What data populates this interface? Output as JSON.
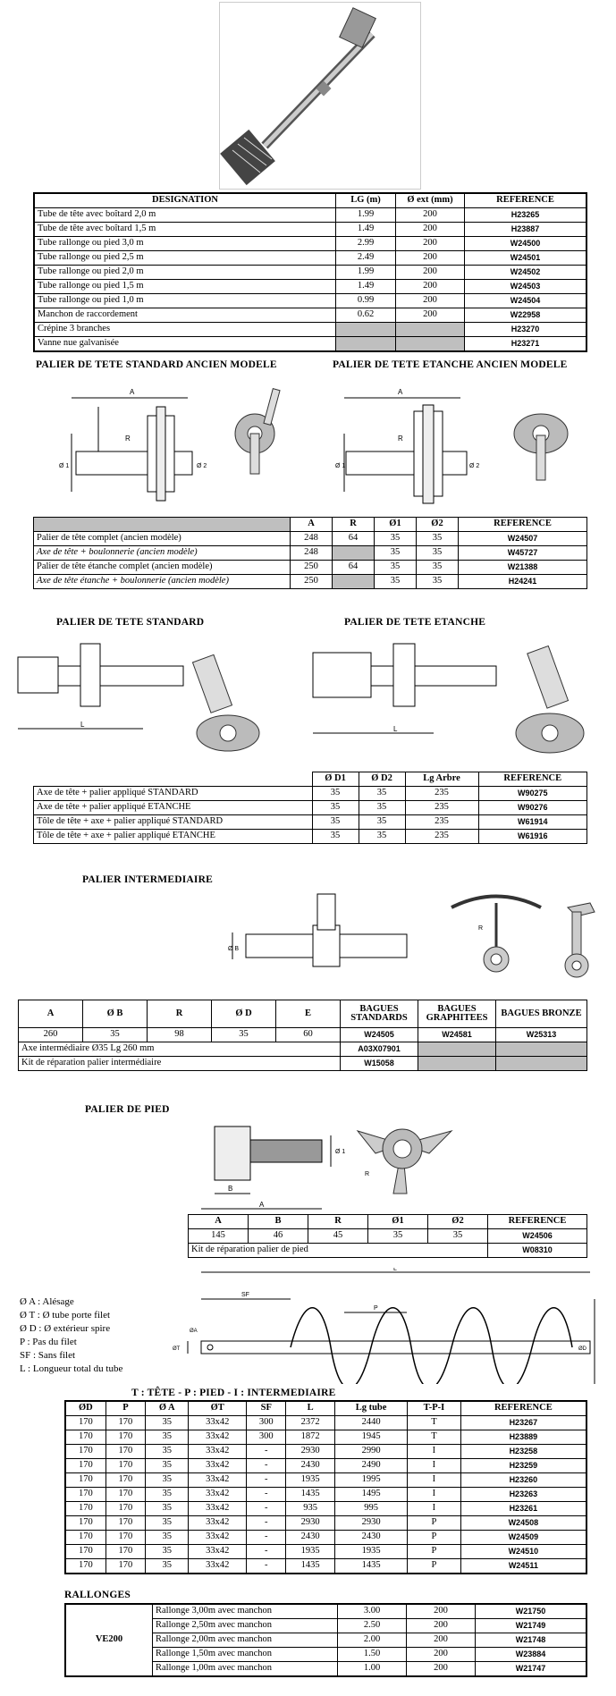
{
  "tubes_table": {
    "headers": [
      "DESIGNATION",
      "LG (m)",
      "Ø ext (mm)",
      "REFERENCE"
    ],
    "rows": [
      {
        "designation": "Tube de tête avec boîtard 2,0 m",
        "lg": "1.99",
        "ext": "200",
        "ref": "H23265"
      },
      {
        "designation": "Tube de tête avec boîtard 1,5 m",
        "lg": "1.49",
        "ext": "200",
        "ref": "H23887"
      },
      {
        "designation": "Tube rallonge ou pied 3,0 m",
        "lg": "2.99",
        "ext": "200",
        "ref": "W24500"
      },
      {
        "designation": "Tube rallonge ou pied 2,5 m",
        "lg": "2.49",
        "ext": "200",
        "ref": "W24501"
      },
      {
        "designation": "Tube rallonge ou pied 2,0 m",
        "lg": "1.99",
        "ext": "200",
        "ref": "W24502"
      },
      {
        "designation": "Tube rallonge ou pied 1,5 m",
        "lg": "1.49",
        "ext": "200",
        "ref": "W24503"
      },
      {
        "designation": "Tube rallonge ou pied 1,0 m",
        "lg": "0.99",
        "ext": "200",
        "ref": "W24504"
      },
      {
        "designation": "Manchon de raccordement",
        "lg": "0.62",
        "ext": "200",
        "ref": "W22958"
      },
      {
        "designation": "Crépine 3 branches",
        "lg": "",
        "ext": "",
        "ref": "H23270"
      },
      {
        "designation": "Vanne nue galvanisée",
        "lg": "",
        "ext": "",
        "ref": "H23271"
      }
    ]
  },
  "palier_ancien": {
    "title_left": "PALIER DE TETE STANDARD ANCIEN MODELE",
    "title_right": "PALIER DE TETE ETANCHE ANCIEN MODELE",
    "dim_labels": {
      "a": "A",
      "r": "R",
      "d1": "Ø 1",
      "d2": "Ø 2"
    },
    "headers": [
      "",
      "A",
      "R",
      "Ø1",
      "Ø2",
      "REFERENCE"
    ],
    "rows": [
      {
        "designation": "Palier de tête complet (ancien modèle)",
        "a": "248",
        "r": "64",
        "d1": "35",
        "d2": "35",
        "ref": "W24507"
      },
      {
        "designation": "Axe de tête + boulonnerie (ancien modèle)",
        "a": "248",
        "r": "",
        "d1": "35",
        "d2": "35",
        "ref": "W45727"
      },
      {
        "designation": "Palier de tête étanche complet (ancien modèle)",
        "a": "250",
        "r": "64",
        "d1": "35",
        "d2": "35",
        "ref": "W21388"
      },
      {
        "designation": "Axe de tête étanche + boulonnerie (ancien modèle)",
        "a": "250",
        "r": "",
        "d1": "35",
        "d2": "35",
        "ref": "H24241"
      }
    ]
  },
  "palier_tete": {
    "title_left": "PALIER DE TETE STANDARD",
    "title_right": "PALIER DE TETE ETANCHE",
    "dim_labels": {
      "l": "L"
    },
    "headers": [
      "",
      "Ø D1",
      "Ø D2",
      "Lg Arbre",
      "REFERENCE"
    ],
    "rows": [
      {
        "designation": "Axe de tête + palier appliqué STANDARD",
        "d1": "35",
        "d2": "35",
        "lg": "235",
        "ref": "W90275"
      },
      {
        "designation": "Axe de tête + palier appliqué ETANCHE",
        "d1": "35",
        "d2": "35",
        "lg": "235",
        "ref": "W90276"
      },
      {
        "designation": "Tôle de tête + axe + palier appliqué STANDARD",
        "d1": "35",
        "d2": "35",
        "lg": "235",
        "ref": "W61914"
      },
      {
        "designation": "Tôle de tête + axe + palier appliqué ETANCHE",
        "d1": "35",
        "d2": "35",
        "lg": "235",
        "ref": "W61916"
      }
    ]
  },
  "palier_inter": {
    "title": "PALIER INTERMEDIAIRE",
    "dim_labels": {
      "b": "Ø B",
      "r": "R"
    },
    "headers": [
      "A",
      "Ø B",
      "R",
      "Ø D",
      "E",
      "BAGUES STANDARDS",
      "BAGUES GRAPHITEES",
      "BAGUES BRONZE"
    ],
    "row": {
      "a": "260",
      "b": "35",
      "r": "98",
      "d": "35",
      "e": "60",
      "std": "W24505",
      "graph": "W24581",
      "bronze": "W25313"
    },
    "extra": [
      {
        "designation": "Axe intermédiaire Ø35 Lg 260 mm",
        "ref": "A03X07901"
      },
      {
        "designation": "Kit de réparation palier intermédiaire",
        "ref": "W15058"
      }
    ]
  },
  "palier_pied": {
    "title": "PALIER DE PIED",
    "dim_labels": {
      "a": "A",
      "b": "B",
      "d1": "Ø 1",
      "r": "R"
    },
    "headers": [
      "A",
      "B",
      "R",
      "Ø1",
      "Ø2",
      "REFERENCE"
    ],
    "row": {
      "a": "145",
      "b": "46",
      "r": "45",
      "d1": "35",
      "d2": "35",
      "ref": "W24506"
    },
    "extra": {
      "designation": "Kit de réparation palier de pied",
      "ref": "W08310"
    }
  },
  "legend": {
    "items": [
      "Ø A : Alésage",
      "Ø T : Ø tube porte filet",
      "Ø D : Ø extérieur spire",
      "P : Pas du filet",
      "SF : Sans filet",
      "L : Longueur total du tube"
    ],
    "dim_labels": {
      "sf": "SF",
      "p": "P",
      "l": "L",
      "oa": "ØA",
      "ot": "ØT",
      "od": "ØD"
    }
  },
  "spires": {
    "title": "T : TÊTE - P : PIED - I : INTERMEDIAIRE",
    "headers": [
      "ØD",
      "P",
      "Ø A",
      "ØT",
      "SF",
      "L",
      "Lg tube",
      "T-P-I",
      "REFERENCE"
    ],
    "rows": [
      [
        "170",
        "170",
        "35",
        "33x42",
        "300",
        "2372",
        "2440",
        "T",
        "H23267"
      ],
      [
        "170",
        "170",
        "35",
        "33x42",
        "300",
        "1872",
        "1945",
        "T",
        "H23889"
      ],
      [
        "170",
        "170",
        "35",
        "33x42",
        "-",
        "2930",
        "2990",
        "I",
        "H23258"
      ],
      [
        "170",
        "170",
        "35",
        "33x42",
        "-",
        "2430",
        "2490",
        "I",
        "H23259"
      ],
      [
        "170",
        "170",
        "35",
        "33x42",
        "-",
        "1935",
        "1995",
        "I",
        "H23260"
      ],
      [
        "170",
        "170",
        "35",
        "33x42",
        "-",
        "1435",
        "1495",
        "I",
        "H23263"
      ],
      [
        "170",
        "170",
        "35",
        "33x42",
        "-",
        "935",
        "995",
        "I",
        "H23261"
      ],
      [
        "170",
        "170",
        "35",
        "33x42",
        "-",
        "2930",
        "2930",
        "P",
        "W24508"
      ],
      [
        "170",
        "170",
        "35",
        "33x42",
        "-",
        "2430",
        "2430",
        "P",
        "W24509"
      ],
      [
        "170",
        "170",
        "35",
        "33x42",
        "-",
        "1935",
        "1935",
        "P",
        "W24510"
      ],
      [
        "170",
        "170",
        "35",
        "33x42",
        "-",
        "1435",
        "1435",
        "P",
        "W24511"
      ]
    ]
  },
  "rallonges": {
    "title": "RALLONGES",
    "model": "VE200",
    "rows": [
      {
        "designation": "Rallonge 3,00m avec manchon",
        "lg": "3.00",
        "ext": "200",
        "ref": "W21750"
      },
      {
        "designation": "Rallonge 2,50m avec manchon",
        "lg": "2.50",
        "ext": "200",
        "ref": "W21749"
      },
      {
        "designation": "Rallonge 2,00m avec manchon",
        "lg": "2.00",
        "ext": "200",
        "ref": "W21748"
      },
      {
        "designation": "Rallonge 1,50m avec manchon",
        "lg": "1.50",
        "ext": "200",
        "ref": "W23884"
      },
      {
        "designation": "Rallonge 1,00m avec manchon",
        "lg": "1.00",
        "ext": "200",
        "ref": "W21747"
      }
    ]
  }
}
